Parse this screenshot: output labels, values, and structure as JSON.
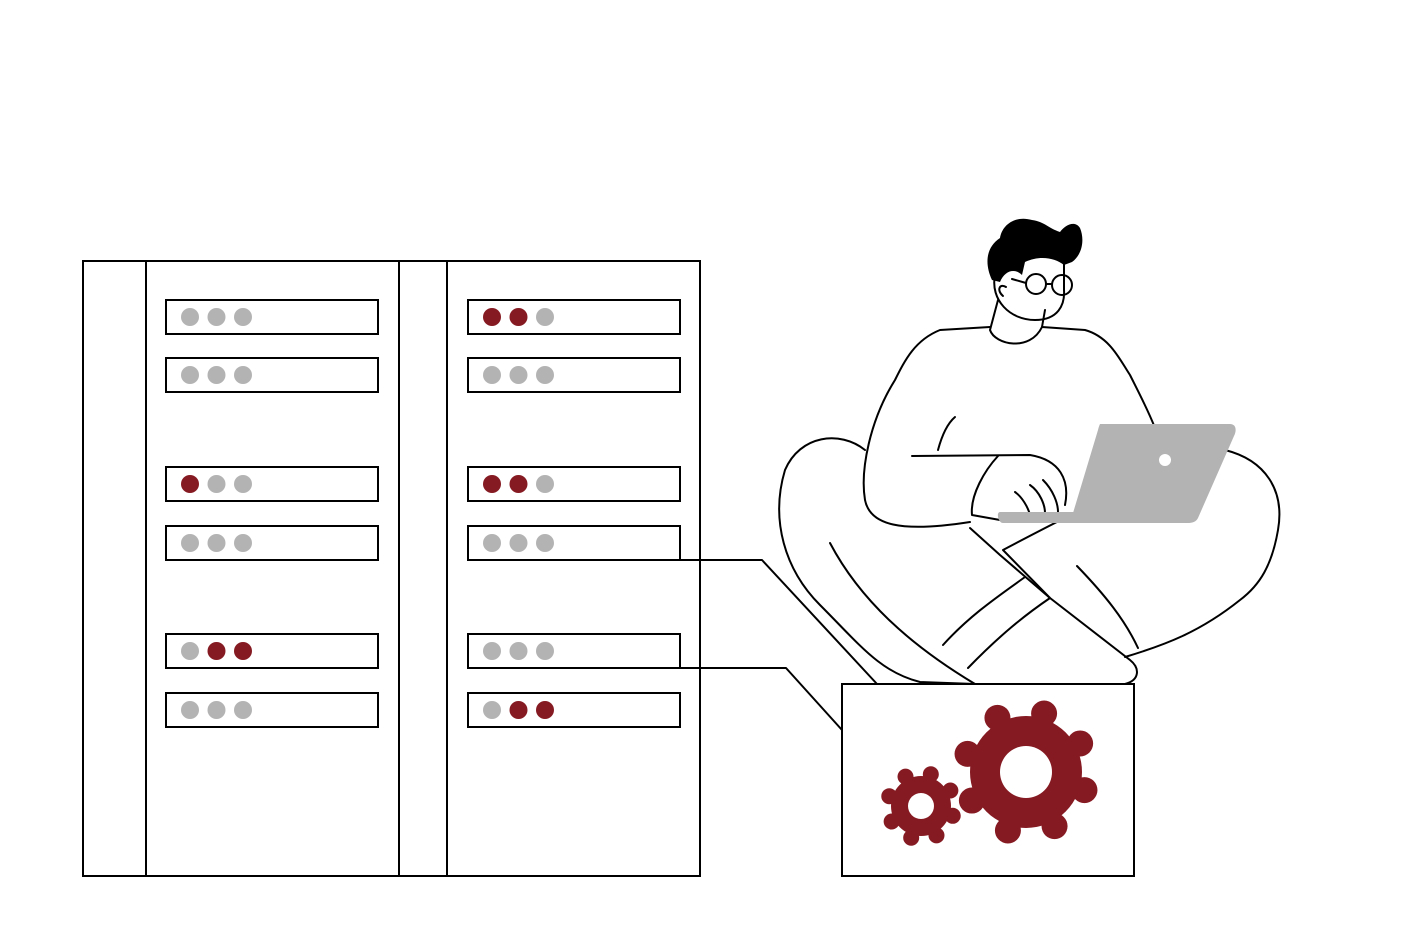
{
  "colors": {
    "accent": "#861a22",
    "inactive": "#b3b3b3",
    "laptop": "#b3b3b3",
    "outline": "#000000",
    "hair": "#000000"
  },
  "racks": [
    {
      "name": "left",
      "slots": [
        [
          "off",
          "off",
          "off"
        ],
        [
          "off",
          "off",
          "off"
        ],
        [
          "on",
          "off",
          "off"
        ],
        [
          "off",
          "off",
          "off"
        ],
        [
          "off",
          "on",
          "on"
        ],
        [
          "off",
          "off",
          "off"
        ]
      ]
    },
    {
      "name": "right",
      "slots": [
        [
          "on",
          "on",
          "off"
        ],
        [
          "off",
          "off",
          "off"
        ],
        [
          "on",
          "on",
          "off"
        ],
        [
          "off",
          "off",
          "off"
        ],
        [
          "off",
          "off",
          "off"
        ],
        [
          "off",
          "on",
          "on"
        ]
      ]
    }
  ]
}
